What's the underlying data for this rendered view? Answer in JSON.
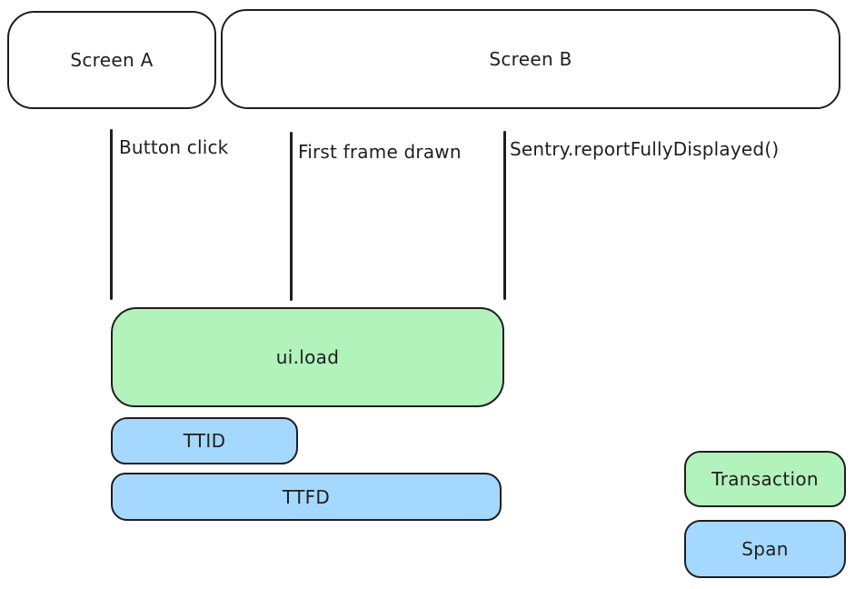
{
  "diagram": {
    "screens": {
      "screen_a": "Screen A",
      "screen_b": "Screen B"
    },
    "markers": [
      {
        "label": "Button click"
      },
      {
        "label": "First frame drawn"
      },
      {
        "label": "Sentry.reportFullyDisplayed()"
      }
    ],
    "bars": {
      "transaction": "ui.load",
      "ttid": "TTID",
      "ttfd": "TTFD"
    },
    "legend": [
      {
        "label": "Transaction",
        "type": "transaction"
      },
      {
        "label": "Span",
        "type": "span"
      }
    ],
    "colors": {
      "transaction_fill": "#b2f2bb",
      "span_fill": "#a5d8ff",
      "stroke": "#1e1e1e",
      "background": "#ffffff"
    }
  }
}
